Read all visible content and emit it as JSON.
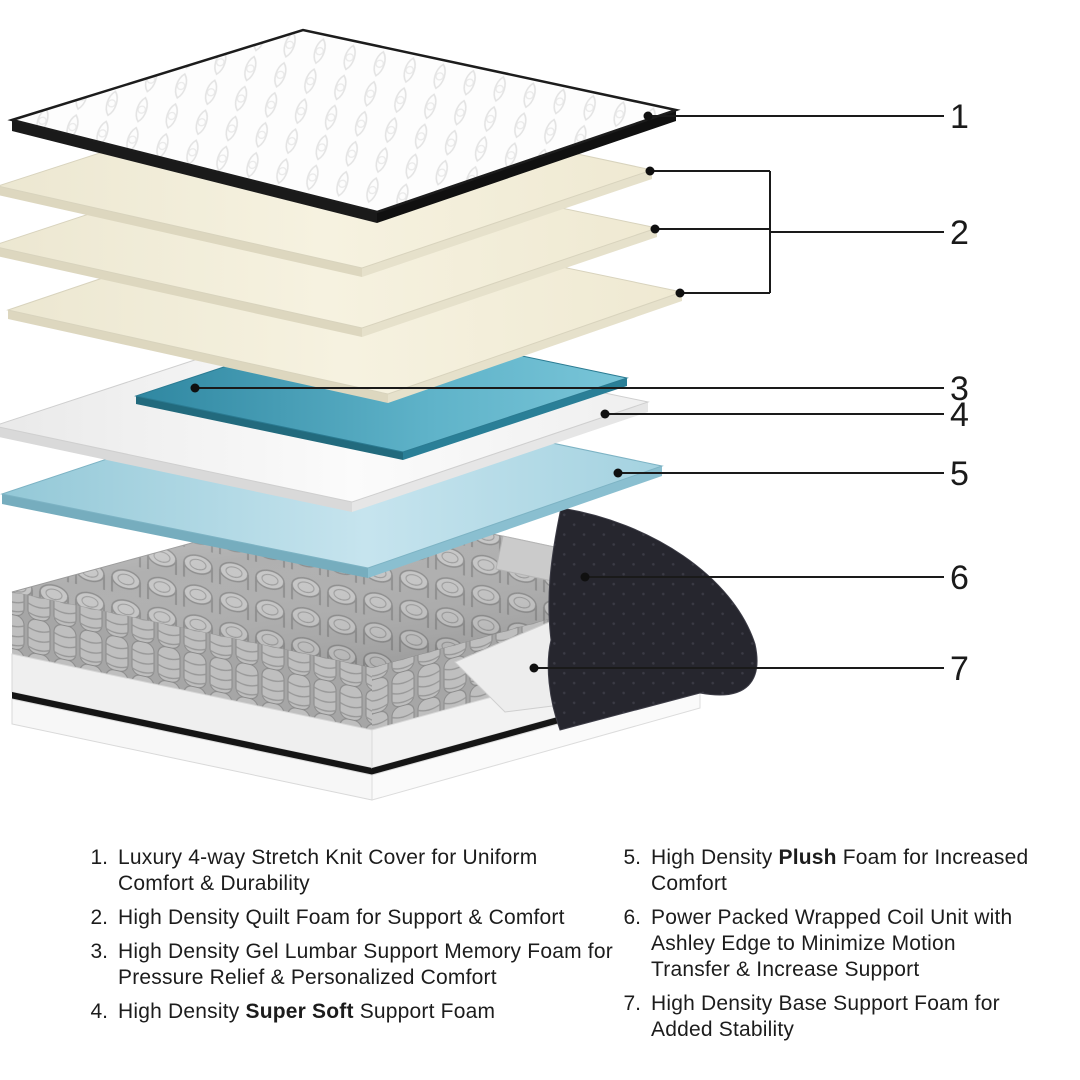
{
  "callouts": {
    "labels": [
      "1",
      "2",
      "3",
      "4",
      "5",
      "6",
      "7"
    ]
  },
  "layers": [
    {
      "id": "1",
      "name": "stretch-knit-cover",
      "color": "#fbfbfb"
    },
    {
      "id": "2",
      "name": "quilt-foam",
      "color": "#f2eedd"
    },
    {
      "id": "3",
      "name": "gel-lumbar-memory-foam",
      "color": "#3f97ae"
    },
    {
      "id": "4",
      "name": "super-soft-support-foam",
      "color": "#f7f7f7"
    },
    {
      "id": "5",
      "name": "plush-foam",
      "color": "#a9d3e2"
    },
    {
      "id": "6",
      "name": "wrapped-coil-unit",
      "color": "#b3b3b3"
    },
    {
      "id": "7",
      "name": "base-support-foam",
      "color": "#efefef"
    }
  ],
  "legend": {
    "columns": [
      {
        "items": [
          {
            "num": "1.",
            "pre": "Luxury 4-way Stretch Knit Cover for Uniform Comfort & Durability",
            "bold": "",
            "post": ""
          },
          {
            "num": "2.",
            "pre": "High Density Quilt Foam for Support & Comfort",
            "bold": "",
            "post": ""
          },
          {
            "num": "3.",
            "pre": "High Density Gel Lumbar Support Memory Foam for Pressure Relief & Personalized Comfort",
            "bold": "",
            "post": ""
          },
          {
            "num": "4.",
            "pre": "High Density ",
            "bold": "Super Soft",
            "post": " Support Foam"
          }
        ]
      },
      {
        "items": [
          {
            "num": "5.",
            "pre": "High Density ",
            "bold": "Plush",
            "post": " Foam for Increased Comfort"
          },
          {
            "num": "6.",
            "pre": "Power Packed Wrapped Coil Unit with Ashley Edge to Minimize Motion Transfer & Increase Support",
            "bold": "",
            "post": ""
          },
          {
            "num": "7.",
            "pre": "High Density Base Support Foam for Added Stability",
            "bold": "",
            "post": ""
          }
        ]
      }
    ]
  }
}
